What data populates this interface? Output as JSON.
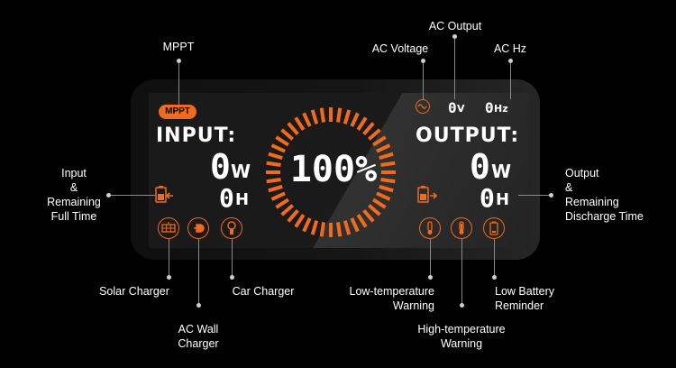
{
  "callouts": {
    "mppt": "MPPT",
    "ac_output": "AC Output",
    "ac_voltage": "AC Voltage",
    "ac_hz": "AC Hz",
    "input_remaining": [
      "Input",
      "&",
      "Remaining",
      "Full Time"
    ],
    "output_remaining": [
      "Output",
      "&",
      "Remaining",
      "Discharge Time"
    ],
    "solar_charger": "Solar Charger",
    "ac_wall_charger": [
      "AC Wall",
      "Charger"
    ],
    "car_charger": "Car Charger",
    "low_temp": [
      "Low-temperature",
      "Warning"
    ],
    "high_temp": [
      "High-temperature",
      "Warning"
    ],
    "low_battery": [
      "Low Battery",
      "Reminder"
    ]
  },
  "display": {
    "mppt_badge": "MPPT",
    "input_title": "INPUT:",
    "output_title": "OUTPUT:",
    "input_watts": "0",
    "input_watts_unit": "W",
    "input_hours": "0",
    "input_hours_unit": "H",
    "output_watts": "0",
    "output_watts_unit": "W",
    "output_hours": "0",
    "output_hours_unit": "H",
    "ac_voltage_value": "0",
    "ac_voltage_unit": "V",
    "ac_hz_value": "0",
    "ac_hz_unit": "Hz",
    "battery_percent": "100%",
    "battery_level": 1.0
  },
  "colors": {
    "accent": "#f26a1b",
    "background": "#000000",
    "screen": "#1a1a1a"
  }
}
